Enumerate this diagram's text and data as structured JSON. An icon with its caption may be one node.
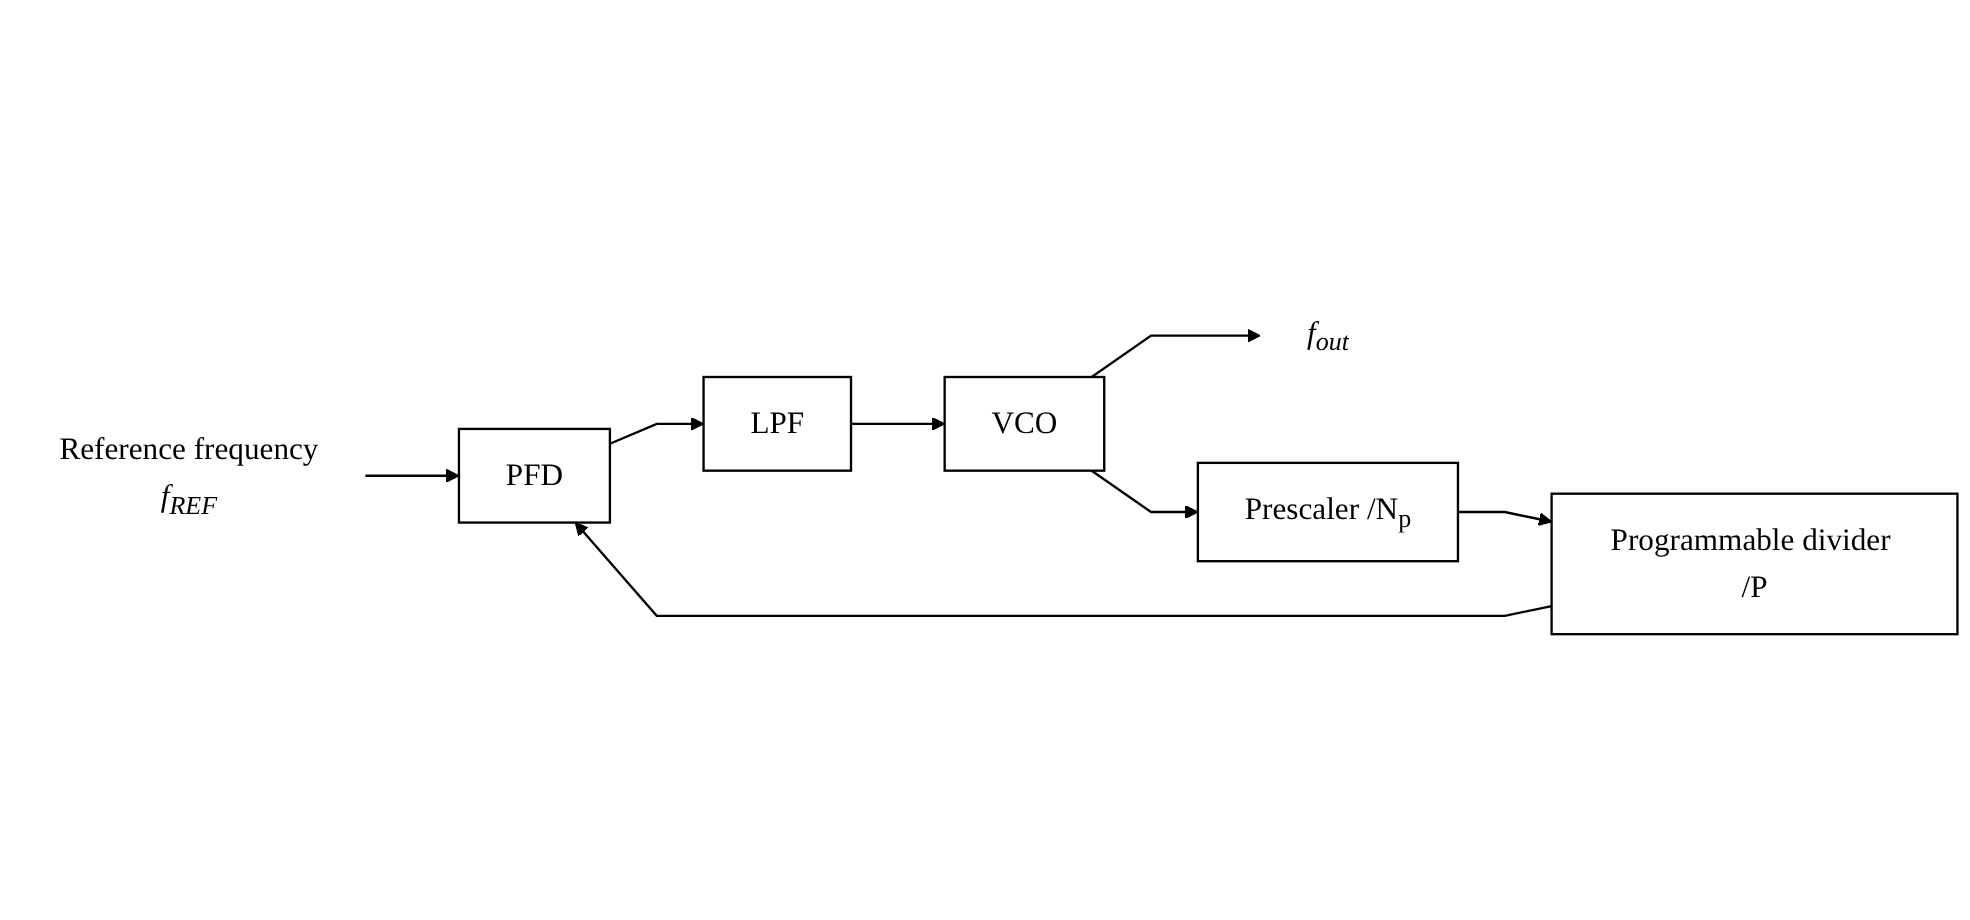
{
  "diagram": {
    "nodes": [
      {
        "text": [
          "Reference frequency",
          "*f*$_{REF}$"
        ]
      },
      {
        "text": [
          "PFD"
        ]
      },
      {
        "text": [
          "LPF"
        ]
      },
      {
        "text": [
          "VCO"
        ]
      },
      {
        "text": [
          "*f*$_{out}$"
        ]
      },
      {
        "text": [
          "Prescaler /N$_{p}$"
        ]
      },
      {
        "text": [
          "Programmable divider /P"
        ]
      }
    ],
    "edges": [
      {
        "from": 0,
        "to": 1,
        "arrow": "to"
      },
      {
        "from": 1,
        "to": 2,
        "arrow": "to"
      },
      {
        "from": 2,
        "to": 3,
        "arrow": "to"
      },
      {
        "from": 3,
        "to": 4,
        "arrow": "to"
      },
      {
        "from": 3,
        "to": 5,
        "arrow": "to"
      },
      {
        "from": 5,
        "to": 6,
        "arrow": "to"
      },
      {
        "from": 6,
        "to": 1,
        "arrow": "to"
      }
    ]
  }
}
